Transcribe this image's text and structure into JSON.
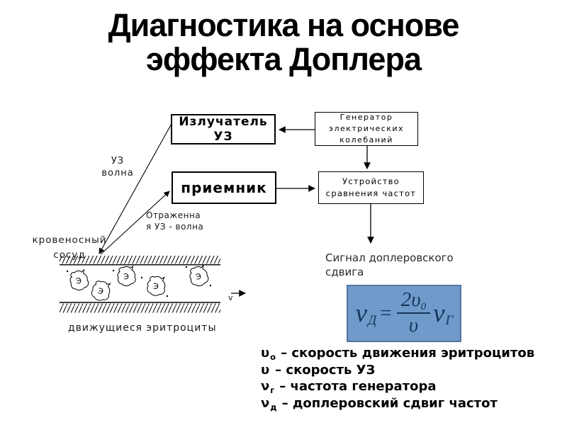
{
  "title": "Диагностика на основе\nэффекта Доплера",
  "colors": {
    "background": "#ffffff",
    "ink": "#000000",
    "formula_box_fill": "#6f9aca",
    "formula_box_border": "#54779f",
    "formula_text": "#17365d"
  },
  "diagram": {
    "emitter": "Излучатель УЗ",
    "generator": "Генератор электрических колебаний",
    "receiver": "приемник",
    "comparator": "Устройство сравнения частот",
    "labels": {
      "uz_wave": "УЗ\nволна",
      "reflected_wave": "Отраженна\nя УЗ - волна",
      "vessel": "кровеносный\nсосуд",
      "moving_cells": "движущиеся эритроциты",
      "signal": "Сигнал доплеровского\nсдвига",
      "velocity": "v",
      "cell": "Э"
    }
  },
  "formula": {
    "lhs": "ν",
    "lhs_sub": "Д",
    "equals": "=",
    "numerator": "2υ",
    "numerator_sub": "0",
    "denominator": "υ",
    "rhs": "ν",
    "rhs_sub": "Г"
  },
  "legend": {
    "items": [
      {
        "sym": "υ",
        "sub": "о",
        "text": "– скорость движения эритроцитов"
      },
      {
        "sym": "υ",
        "sub": "",
        "text": "– скорость УЗ"
      },
      {
        "sym": "ν",
        "sub": "г",
        "text": "– частота генератора"
      },
      {
        "sym": "ν",
        "sub": "д",
        "text": "– доплеровский сдвиг частот"
      }
    ]
  }
}
